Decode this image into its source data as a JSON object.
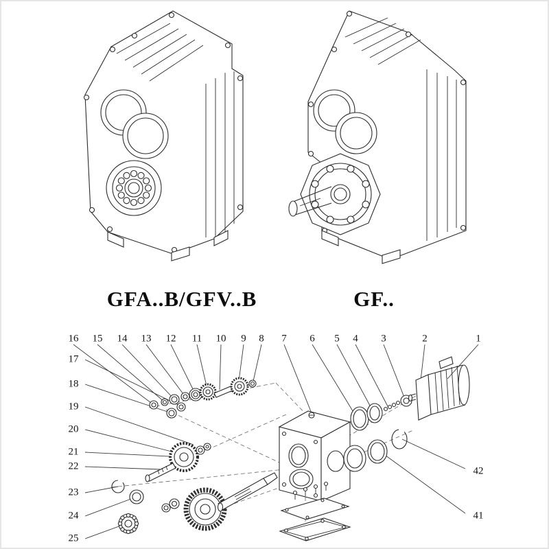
{
  "models": [
    {
      "name": "GFA..B/GFV..B"
    },
    {
      "name": "GF.."
    }
  ],
  "exploded": {
    "callouts_top": [
      "16",
      "15",
      "14",
      "13",
      "12",
      "11",
      "10",
      "9",
      "8",
      "7",
      "6",
      "5",
      "4",
      "3",
      "2",
      "1"
    ],
    "callouts_left": [
      "17",
      "18",
      "19",
      "20",
      "21",
      "22",
      "23",
      "24",
      "25"
    ],
    "callouts_right": [
      "42",
      "41"
    ]
  },
  "colors": {
    "line": "#2b2b2b",
    "text": "#111111",
    "background": "#ffffff"
  }
}
